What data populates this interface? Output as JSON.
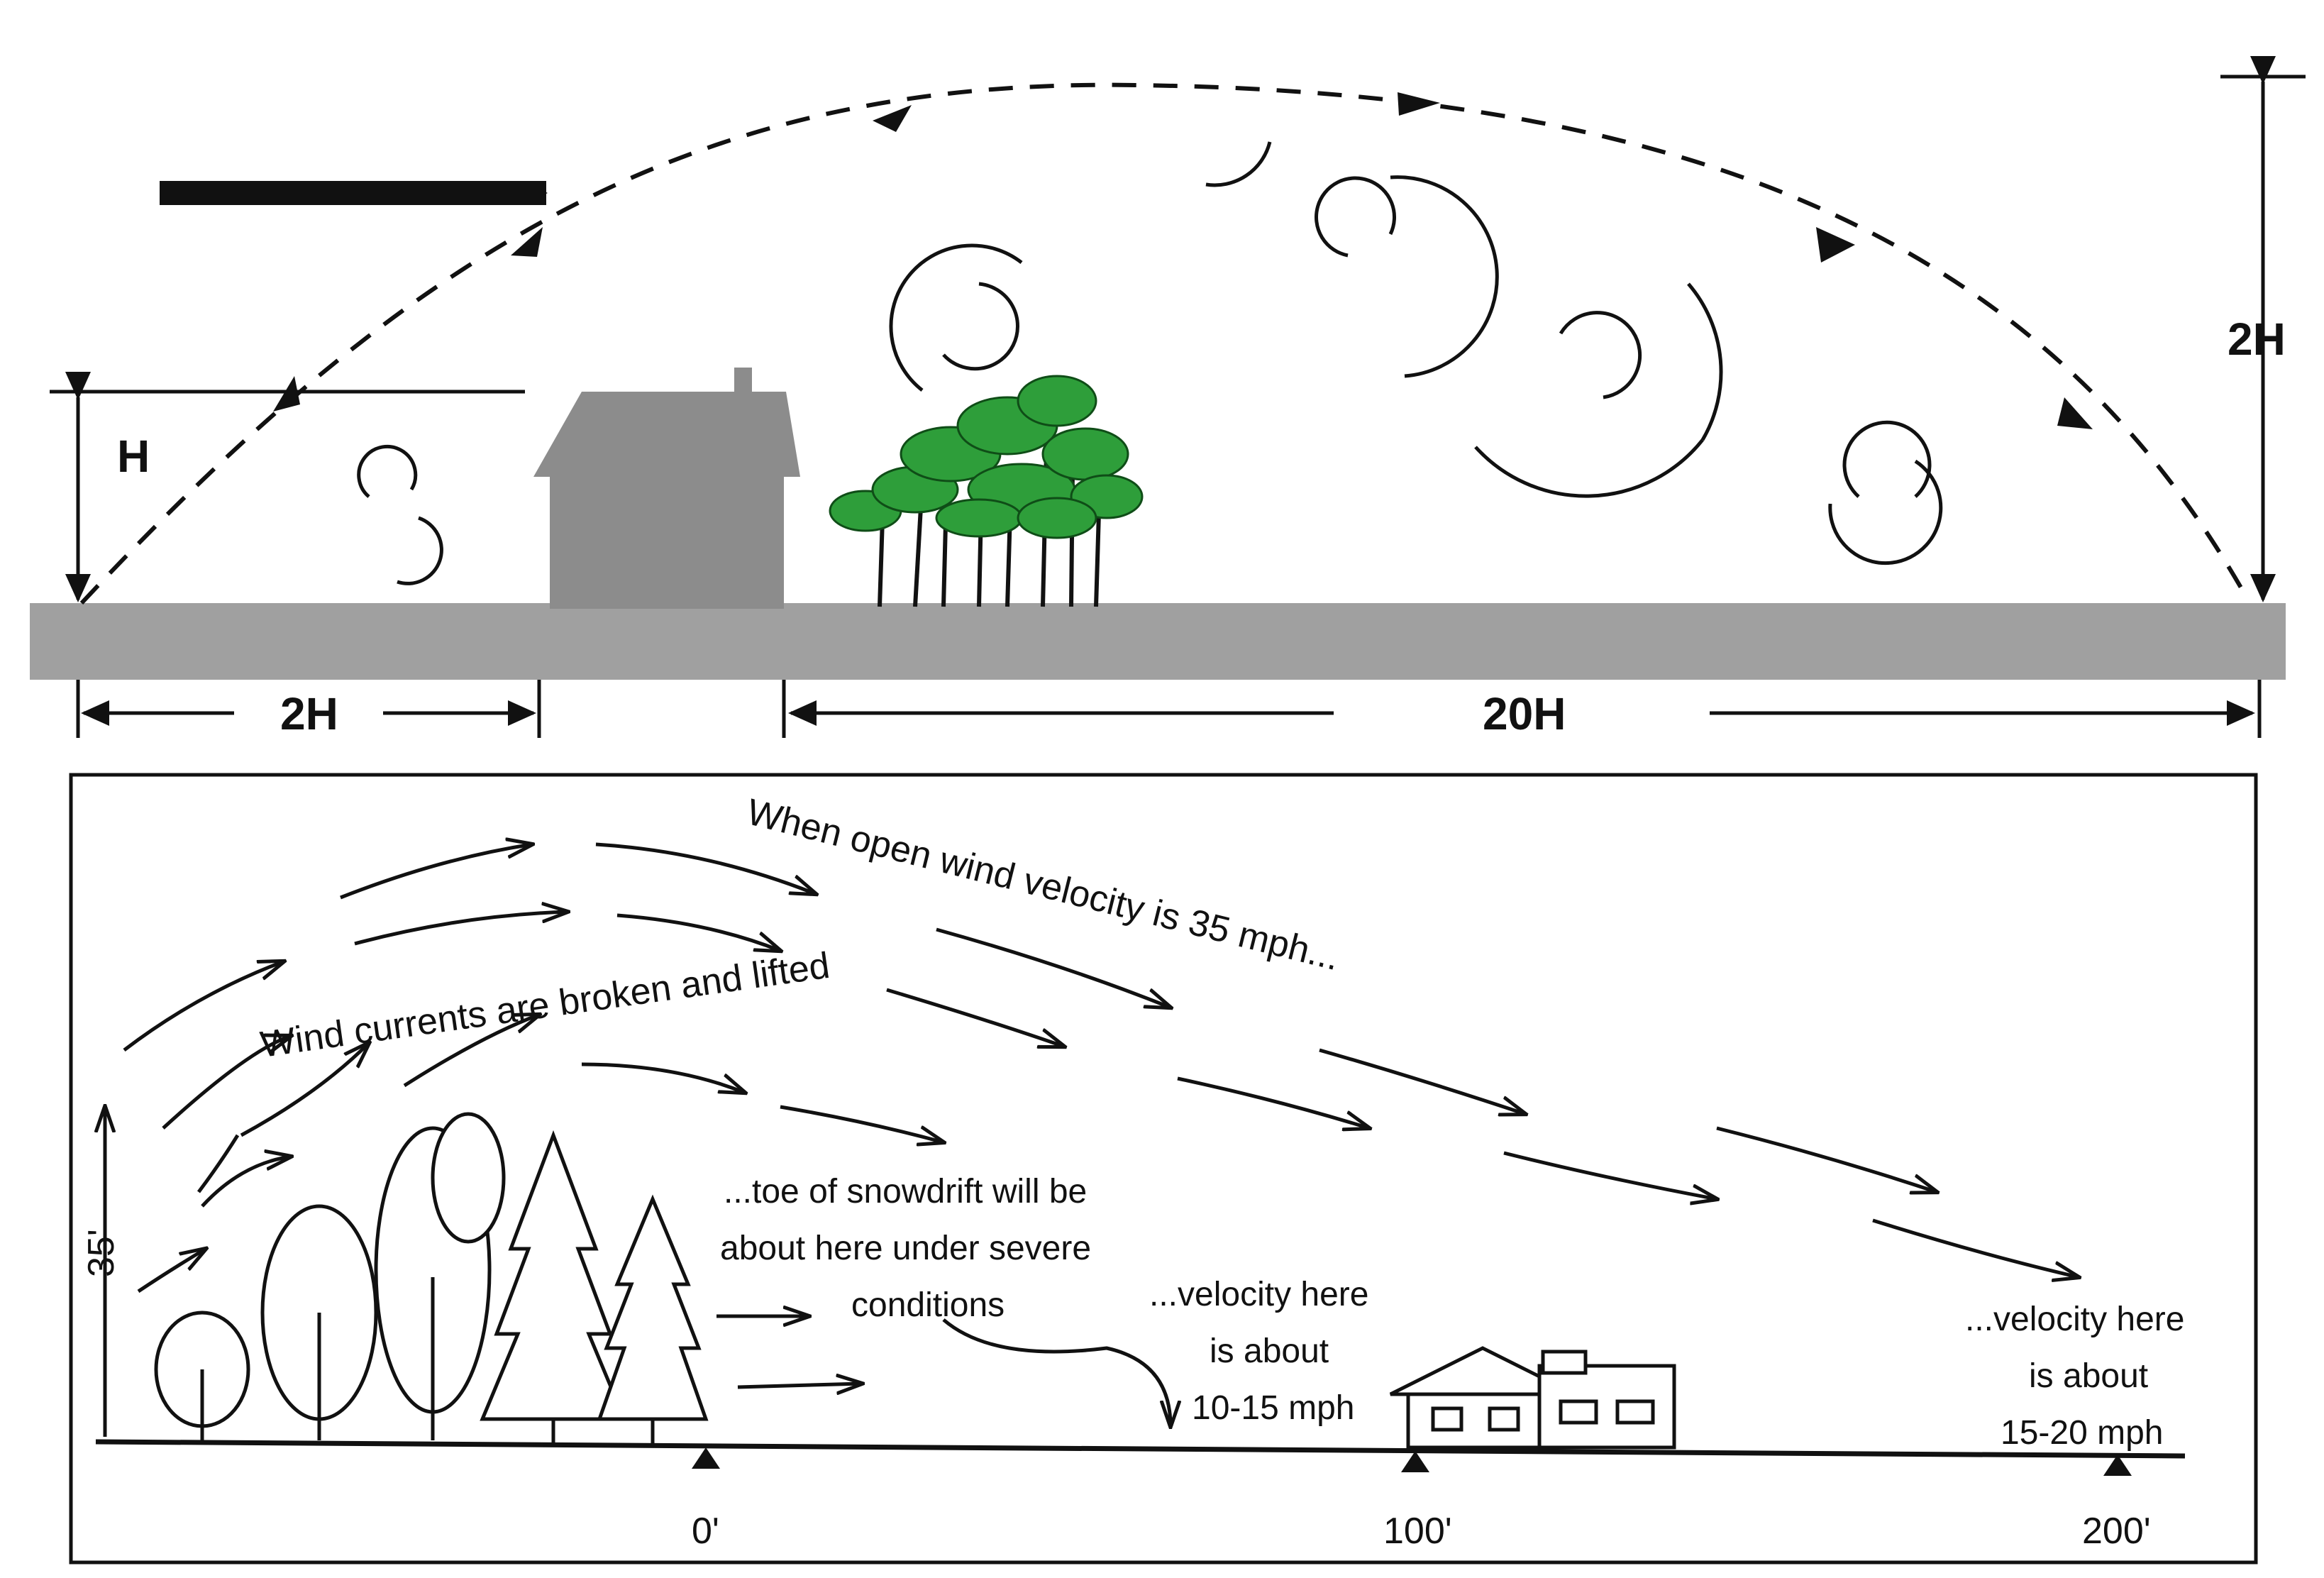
{
  "top_diagram": {
    "height_label": "H",
    "height_2h_label": "2H",
    "upwind_distance_label": "2H",
    "downwind_distance_label": "20H",
    "colors": {
      "ground": "#a0a0a0",
      "house": "#8c8c8c",
      "tree_foliage": "#2e9e3a",
      "ink": "#111111"
    }
  },
  "bottom_diagram": {
    "height_label": "35'",
    "annotation_lifted": "Wind currents are broken and lifted",
    "annotation_open_velocity": "When open wind velocity is 35 mph...",
    "annotation_toe_line1": "...toe of snowdrift will be",
    "annotation_toe_line2": "about here under severe",
    "annotation_toe_line3": "conditions",
    "velocity_mid_line1": "...velocity here",
    "velocity_mid_line2": "is about",
    "velocity_mid_line3": "10-15 mph",
    "velocity_far_line1": "...velocity here",
    "velocity_far_line2": "is about",
    "velocity_far_line3": "15-20 mph",
    "distance_markers": [
      "0'",
      "100'",
      "200'"
    ]
  }
}
